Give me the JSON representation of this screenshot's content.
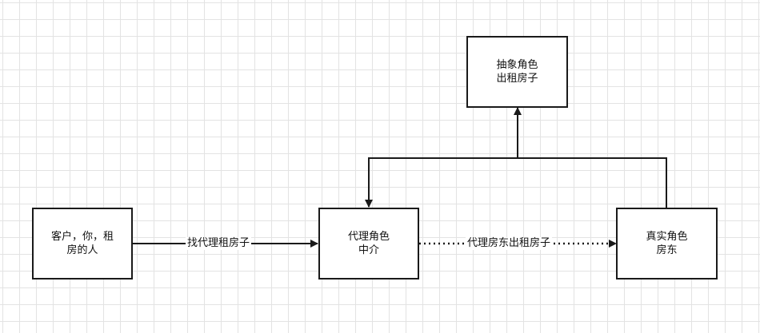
{
  "nodes": {
    "abstract": "抽象角色\n出租房子",
    "client": "客户，你，租\n房的人",
    "proxy": "代理角色\n中介",
    "real": "真实角色\n房东"
  },
  "edges": {
    "client_to_proxy": "找代理租房子",
    "proxy_to_real": "代理房东出租房子"
  },
  "colors": {
    "line": "#1a1a1a",
    "grid": "#e3e3e3"
  }
}
